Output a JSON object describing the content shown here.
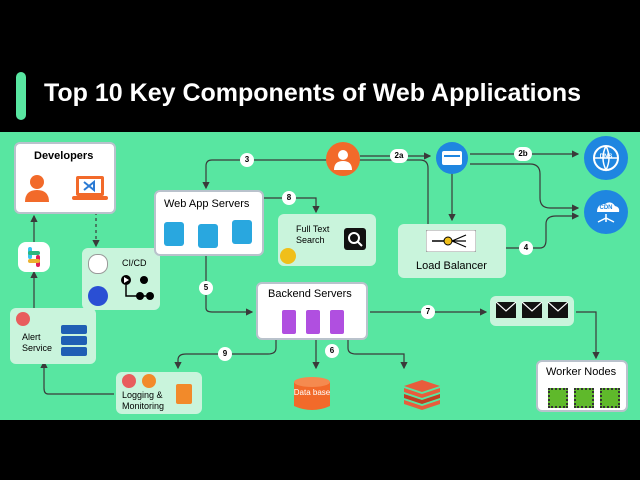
{
  "title": "Top 10 Key Components of Web Applications",
  "nodes": {
    "developers": "Developers",
    "cicd": "CI/CD",
    "alert_service": "Alert Service",
    "web_app_servers": "Web App Servers",
    "full_text_search": "Full Text Search",
    "backend_servers": "Backend Servers",
    "load_balancer": "Load Balancer",
    "logging_monitoring": "Logging & Monitoring",
    "database": "Data base",
    "worker_nodes": "Worker Nodes",
    "dns": "DNS",
    "cdn": "CDN"
  },
  "edge_labels": [
    "3",
    "8",
    "2a",
    "2b",
    "4",
    "5",
    "7",
    "6",
    "9"
  ],
  "colors": {
    "background": "#58e6a1",
    "title_bar": "#000000",
    "title_text": "#ffffff",
    "server_purple": "#b04fe0",
    "server_blue": "#29a7df",
    "user_orange": "#f26a2a",
    "cloud_blue": "#1f86e0",
    "chip_green": "#5fb92b"
  }
}
